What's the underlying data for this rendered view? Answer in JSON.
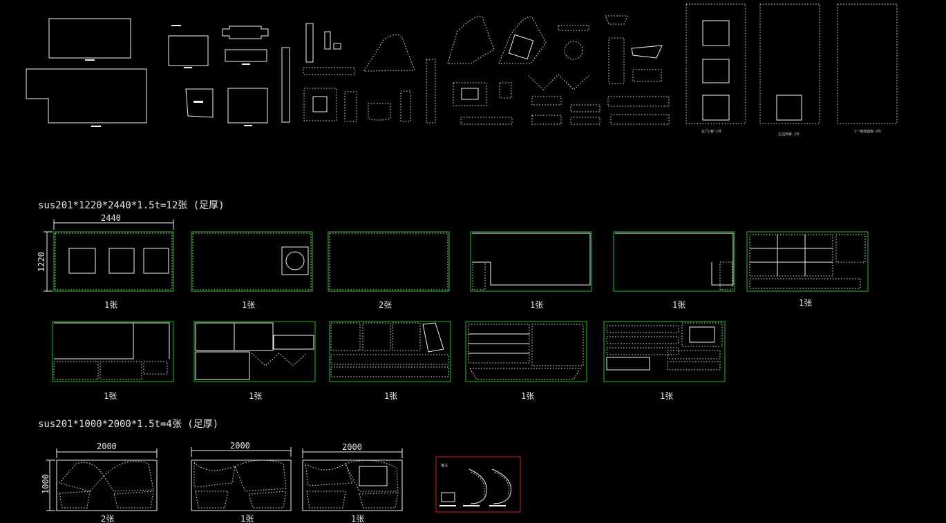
{
  "section_a": {
    "title": "sus201*1220*2440*1.5t=12张 (足厚)",
    "dim_width": "2440",
    "dim_height": "1220",
    "sheet_counts": [
      "1张",
      "1张",
      "2张",
      "1张",
      "1张",
      "1张",
      "1张",
      "1张",
      "1张",
      "1张",
      "1张"
    ]
  },
  "section_b": {
    "title": "sus201*1000*2000*1.5t=4张 (足厚)",
    "dim_width": "2000",
    "dim_height": "1000",
    "sheet_counts": [
      "2张",
      "1张",
      "1张"
    ]
  },
  "parts_row": {
    "panel_captions": [
      "左门□板-1件",
      "左边挡板-1件",
      "1一墙体面板-2件"
    ]
  },
  "detail_box": {
    "caption": "备注"
  },
  "colors": {
    "background": "#000000",
    "line": "#f2f2f2",
    "sheet_border": "#1fbf1f",
    "highlight_border": "#d61a1a"
  }
}
